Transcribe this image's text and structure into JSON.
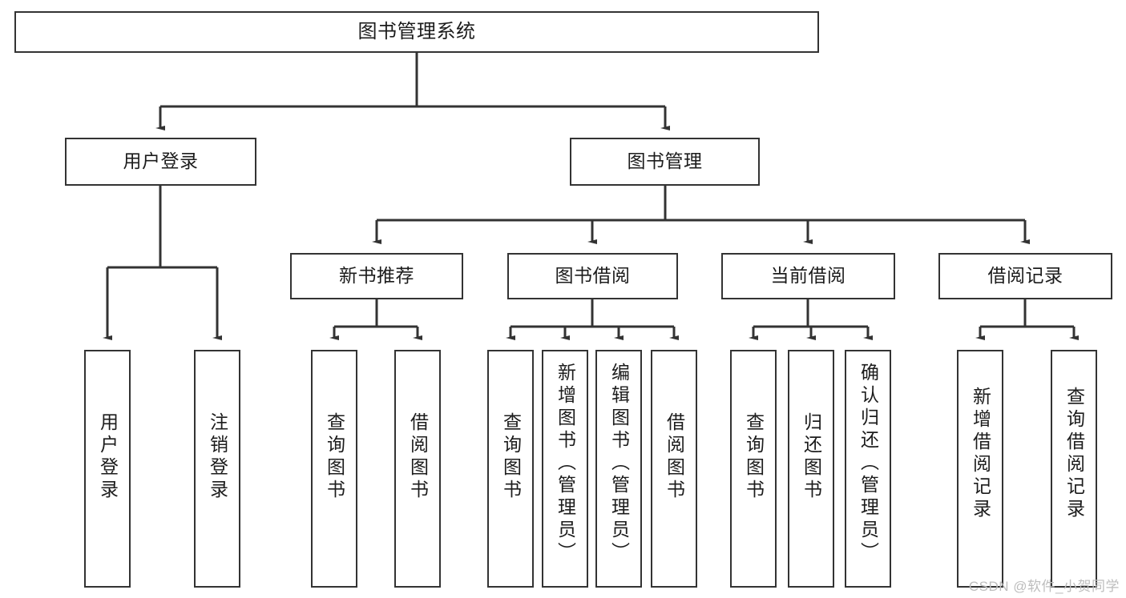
{
  "diagram": {
    "title": "图书管理系统",
    "type": "tree-hierarchy",
    "watermark": "CSDN @软件_小贺同学",
    "colors": {
      "box_border": "#333333",
      "box_fill": "#ffffff",
      "edge": "#333333",
      "text": "#1c1c1c",
      "watermark": "#bdbdbd",
      "background": "#ffffff"
    }
  },
  "nodes": {
    "root": {
      "label": "图书管理系统"
    },
    "level2": [
      {
        "label": "用户登录"
      },
      {
        "label": "图书管理"
      }
    ],
    "level3": [
      {
        "label": "新书推荐"
      },
      {
        "label": "图书借阅"
      },
      {
        "label": "当前借阅"
      },
      {
        "label": "借阅记录"
      }
    ],
    "leaves": {
      "user_login": [
        {
          "label": "用户登录"
        },
        {
          "label": "注销登录"
        }
      ],
      "new_book": [
        {
          "label": "查询图书"
        },
        {
          "label": "借阅图书"
        }
      ],
      "book_borrow": [
        {
          "label": "查询图书"
        },
        {
          "label": "新增图书（管理员）"
        },
        {
          "label": "编辑图书（管理员）"
        },
        {
          "label": "借阅图书"
        }
      ],
      "current_borrow": [
        {
          "label": "查询图书"
        },
        {
          "label": "归还图书"
        },
        {
          "label": "确认归还（管理员）"
        }
      ],
      "borrow_record": [
        {
          "label": "新增借阅记录"
        },
        {
          "label": "查询借阅记录"
        }
      ]
    }
  }
}
